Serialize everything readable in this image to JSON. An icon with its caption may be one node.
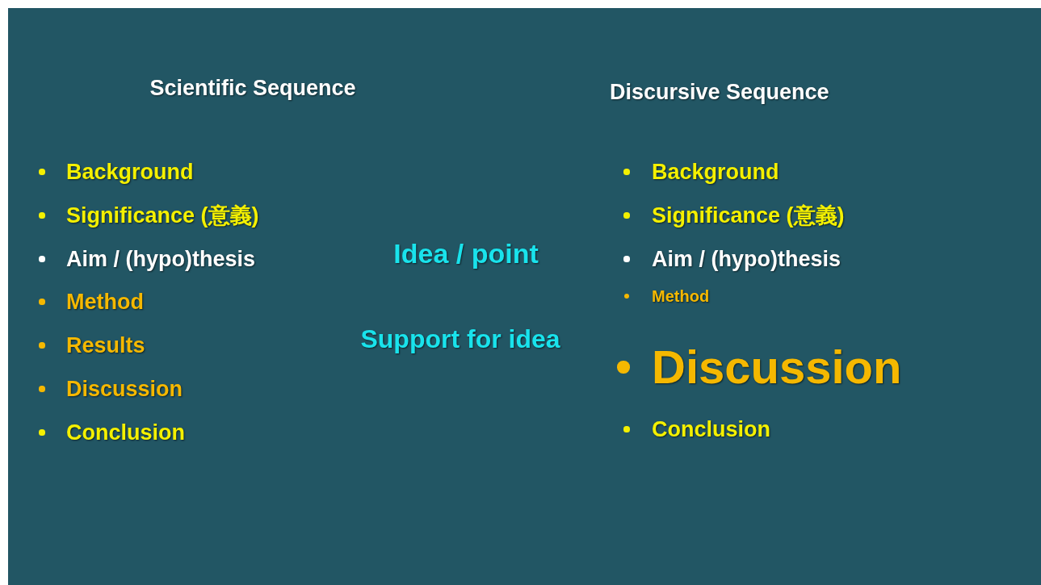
{
  "diagram": {
    "labels": [
      "Scientific Sequence",
      "Discursive Sequence",
      "Background",
      "Significance (意義)",
      "Aim / (hypo)thesis",
      "Method",
      "Results",
      "Discussion",
      "Conclusion",
      "Idea / point",
      "Support for idea",
      "Background",
      "Significance (意義)",
      "Aim / (hypo)thesis",
      "Method",
      "Discussion",
      "Conclusion"
    ]
  }
}
